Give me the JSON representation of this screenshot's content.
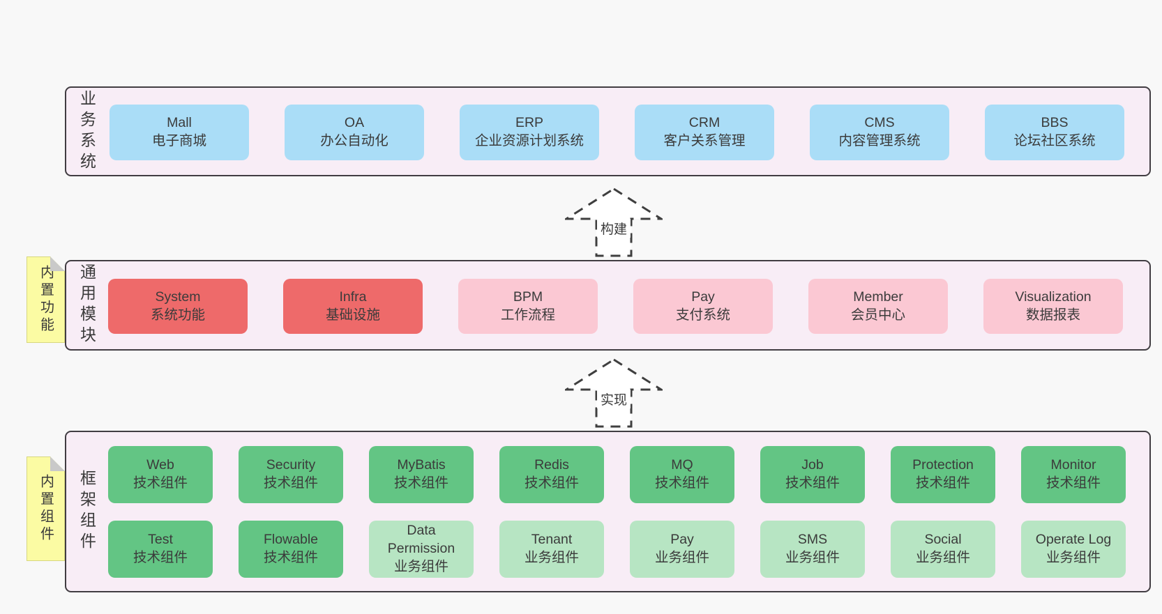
{
  "palette": {
    "page_background": "#f8f8f8",
    "container_fill": "#f8edf6",
    "container_border": "#413d42",
    "blue_box": "#aaddf7",
    "red_box": "#ee6a6a",
    "pink_box": "#fbc8d3",
    "green_box": "#63c584",
    "light_green_box": "#b7e5c3",
    "note_fill": "#fbfba3",
    "note_fold": "#c9c9c9",
    "text": "#3a3a3a"
  },
  "layers": [
    {
      "id": "business-systems",
      "label": "业务系统",
      "boxes": [
        {
          "title": "Mall",
          "subtitle": "电子商城",
          "variant": "blue"
        },
        {
          "title": "OA",
          "subtitle": "办公自动化",
          "variant": "blue"
        },
        {
          "title": "ERP",
          "subtitle": "企业资源计划系统",
          "variant": "blue"
        },
        {
          "title": "CRM",
          "subtitle": "客户关系管理",
          "variant": "blue"
        },
        {
          "title": "CMS",
          "subtitle": "内容管理系统",
          "variant": "blue"
        },
        {
          "title": "BBS",
          "subtitle": "论坛社区系统",
          "variant": "blue"
        }
      ]
    },
    {
      "id": "common-modules",
      "label": "通用模块",
      "note": "内置功能",
      "boxes": [
        {
          "title": "System",
          "subtitle": "系统功能",
          "variant": "red"
        },
        {
          "title": "Infra",
          "subtitle": "基础设施",
          "variant": "red"
        },
        {
          "title": "BPM",
          "subtitle": "工作流程",
          "variant": "pink"
        },
        {
          "title": "Pay",
          "subtitle": "支付系统",
          "variant": "pink"
        },
        {
          "title": "Member",
          "subtitle": "会员中心",
          "variant": "pink"
        },
        {
          "title": "Visualization",
          "subtitle": "数据报表",
          "variant": "pink"
        }
      ]
    },
    {
      "id": "framework-components",
      "label": "框架组件",
      "note": "内置组件",
      "rows": [
        [
          {
            "title": "Web",
            "subtitle": "技术组件",
            "variant": "green"
          },
          {
            "title": "Security",
            "subtitle": "技术组件",
            "variant": "green"
          },
          {
            "title": "MyBatis",
            "subtitle": "技术组件",
            "variant": "green"
          },
          {
            "title": "Redis",
            "subtitle": "技术组件",
            "variant": "green"
          },
          {
            "title": "MQ",
            "subtitle": "技术组件",
            "variant": "green"
          },
          {
            "title": "Job",
            "subtitle": "技术组件",
            "variant": "green"
          },
          {
            "title": "Protection",
            "subtitle": "技术组件",
            "variant": "green"
          },
          {
            "title": "Monitor",
            "subtitle": "技术组件",
            "variant": "green"
          }
        ],
        [
          {
            "title": "Test",
            "subtitle": "技术组件",
            "variant": "green"
          },
          {
            "title": "Flowable",
            "subtitle": "技术组件",
            "variant": "green"
          },
          {
            "title": "Data Permission",
            "subtitle": "业务组件",
            "variant": "lightgreen"
          },
          {
            "title": "Tenant",
            "subtitle": "业务组件",
            "variant": "lightgreen"
          },
          {
            "title": "Pay",
            "subtitle": "业务组件",
            "variant": "lightgreen"
          },
          {
            "title": "SMS",
            "subtitle": "业务组件",
            "variant": "lightgreen"
          },
          {
            "title": "Social",
            "subtitle": "业务组件",
            "variant": "lightgreen"
          },
          {
            "title": "Operate Log",
            "subtitle": "业务组件",
            "variant": "lightgreen"
          }
        ]
      ]
    }
  ],
  "arrows": [
    {
      "id": "build",
      "label": "构建",
      "direction": "up"
    },
    {
      "id": "implement",
      "label": "实现",
      "direction": "up"
    }
  ]
}
